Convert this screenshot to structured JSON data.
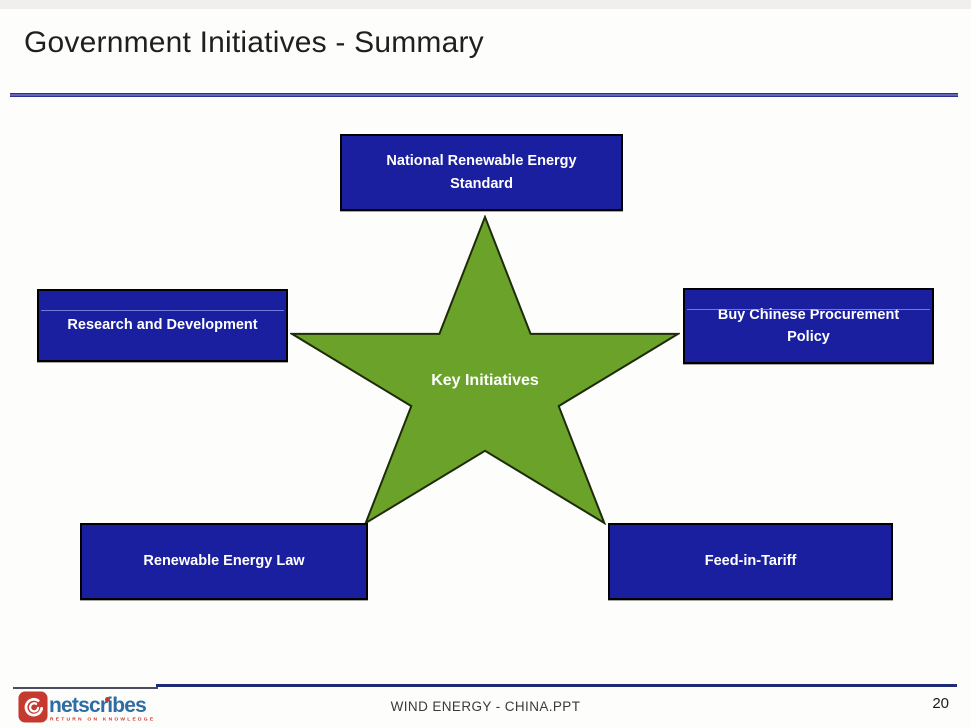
{
  "slide": {
    "title": "Government Initiatives - Summary",
    "footer": {
      "document_name": "WIND ENERGY - CHINA.PPT",
      "page_number": "20"
    }
  },
  "diagram": {
    "type": "star-callout",
    "center_label": "Key Initiatives",
    "boxes": [
      {
        "position": "top",
        "label": "National Renewable Energy Standard"
      },
      {
        "position": "left",
        "label": "Research and Development"
      },
      {
        "position": "right",
        "label": "Buy Chinese Procurement Policy"
      },
      {
        "position": "bottom-left",
        "label": "Renewable Energy Law"
      },
      {
        "position": "bottom-right",
        "label": "Feed-in-Tariff"
      }
    ],
    "colors": {
      "box_fill": "#1a1fa0",
      "box_border": "#000000",
      "box_text": "#ffffff",
      "star_fill": "#6ba32a",
      "star_border": "#1e2b08"
    }
  },
  "branding": {
    "logo_name": "netscribes",
    "logo_tagline": "RETURN ON KNOWLEDGE",
    "logo_icon": "netscribes-swirl-icon",
    "colors": {
      "logo_red": "#c5392e",
      "logo_blue": "#2e6da3"
    }
  },
  "accents": {
    "title_rule_color": "#2e3192",
    "footer_rule_color": "#1f2b74"
  }
}
